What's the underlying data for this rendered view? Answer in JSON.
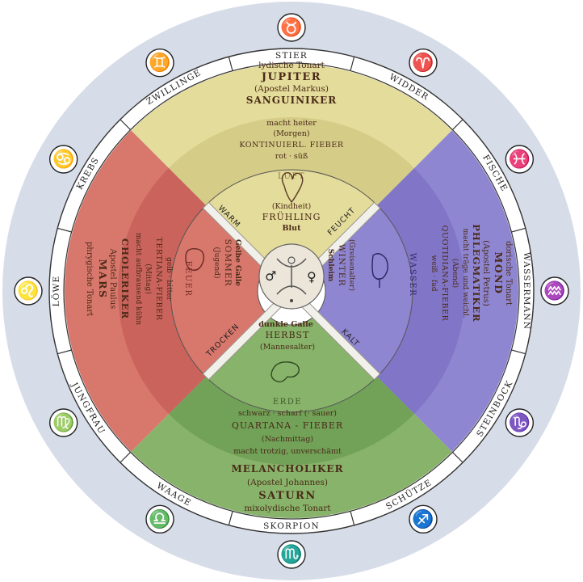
{
  "colors": {
    "outer_ring": "#d7dde8",
    "zodiac_band": "#ffffff",
    "air": "#e4dc9a",
    "air_mid": "#c9c07a",
    "fire": "#d8776c",
    "fire_mid": "#c0544f",
    "water": "#8f86d2",
    "water_mid": "#7668be",
    "earth": "#88b36a",
    "earth_mid": "#5f9448",
    "center": "#ece6da"
  },
  "zodiac": [
    {
      "name": "STIER",
      "symbol": "♉"
    },
    {
      "name": "WIDDER",
      "symbol": "♈"
    },
    {
      "name": "FISCHE",
      "symbol": "♓"
    },
    {
      "name": "WASSERMANN",
      "symbol": "♒"
    },
    {
      "name": "STEINBOCK",
      "symbol": "♑"
    },
    {
      "name": "SCHÜTZE",
      "symbol": "♐"
    },
    {
      "name": "SKORPION",
      "symbol": "♏"
    },
    {
      "name": "WAAGE",
      "symbol": "♎"
    },
    {
      "name": "JUNGFRAU",
      "symbol": "♍"
    },
    {
      "name": "LÖWE",
      "symbol": "♌"
    },
    {
      "name": "KREBS",
      "symbol": "♋"
    },
    {
      "name": "ZWILLINGE",
      "symbol": "♊"
    }
  ],
  "quadrants": {
    "top": {
      "outer": [
        "lydische Tonart",
        "JUPITER",
        "(Apostel Markus)",
        "SANGUINIKER"
      ],
      "middle": [
        "macht heiter",
        "(Morgen)",
        "KONTINUIERL. FIEBER",
        "rot · süß"
      ],
      "element": "LUFT",
      "inner": [
        "(Kindheit)",
        "FRÜHLING",
        "Blut"
      ]
    },
    "left": {
      "outer": [
        "phrygische Tonart",
        "MARS",
        "Apostel Paulus",
        "CHOLERIKER"
      ],
      "middle": [
        "macht aufbrausend kühn",
        "(Mittag)",
        "TERTIANA-FIEBER",
        "gelb · bitter"
      ],
      "element": "FEUER",
      "inner": [
        "(Jugend)",
        "SOMMER",
        "Gelbe Galle"
      ]
    },
    "right": {
      "outer": [
        "dorische Tonart",
        "MOND",
        "(Apostel Petrus)",
        "PHLEGMATIKER"
      ],
      "middle": [
        "macht träge und weichl.",
        "(Abend)",
        "QUOTIDIANA-FIEBER",
        "weiß · fad"
      ],
      "element": "WASSER",
      "inner": [
        "(Greisenalter)",
        "WINTER",
        "Schleim"
      ]
    },
    "bottom": {
      "middle": [
        "ERDE",
        "schwarz · scharf (· sauer)",
        "QUARTANA - FIEBER",
        "(Nachmittag)",
        "macht trotzig, unverschämt"
      ],
      "outer": [
        "MELANCHOLIKER",
        "(Apostel Johannes)",
        "SATURN",
        "mixolydische Tonart"
      ],
      "inner": [
        "dunkle Galle",
        "HERBST",
        "(Mannesalter)"
      ]
    }
  },
  "qualities": {
    "warm": "WARM",
    "feucht": "FEUCHT",
    "trocken": "TROCKEN",
    "kalt": "KALT"
  },
  "center_symbols": {
    "male": "♂",
    "female": "♀"
  },
  "organ_icons": [
    "heart-icon",
    "liver-icon",
    "lung-icon",
    "spleen-icon"
  ]
}
